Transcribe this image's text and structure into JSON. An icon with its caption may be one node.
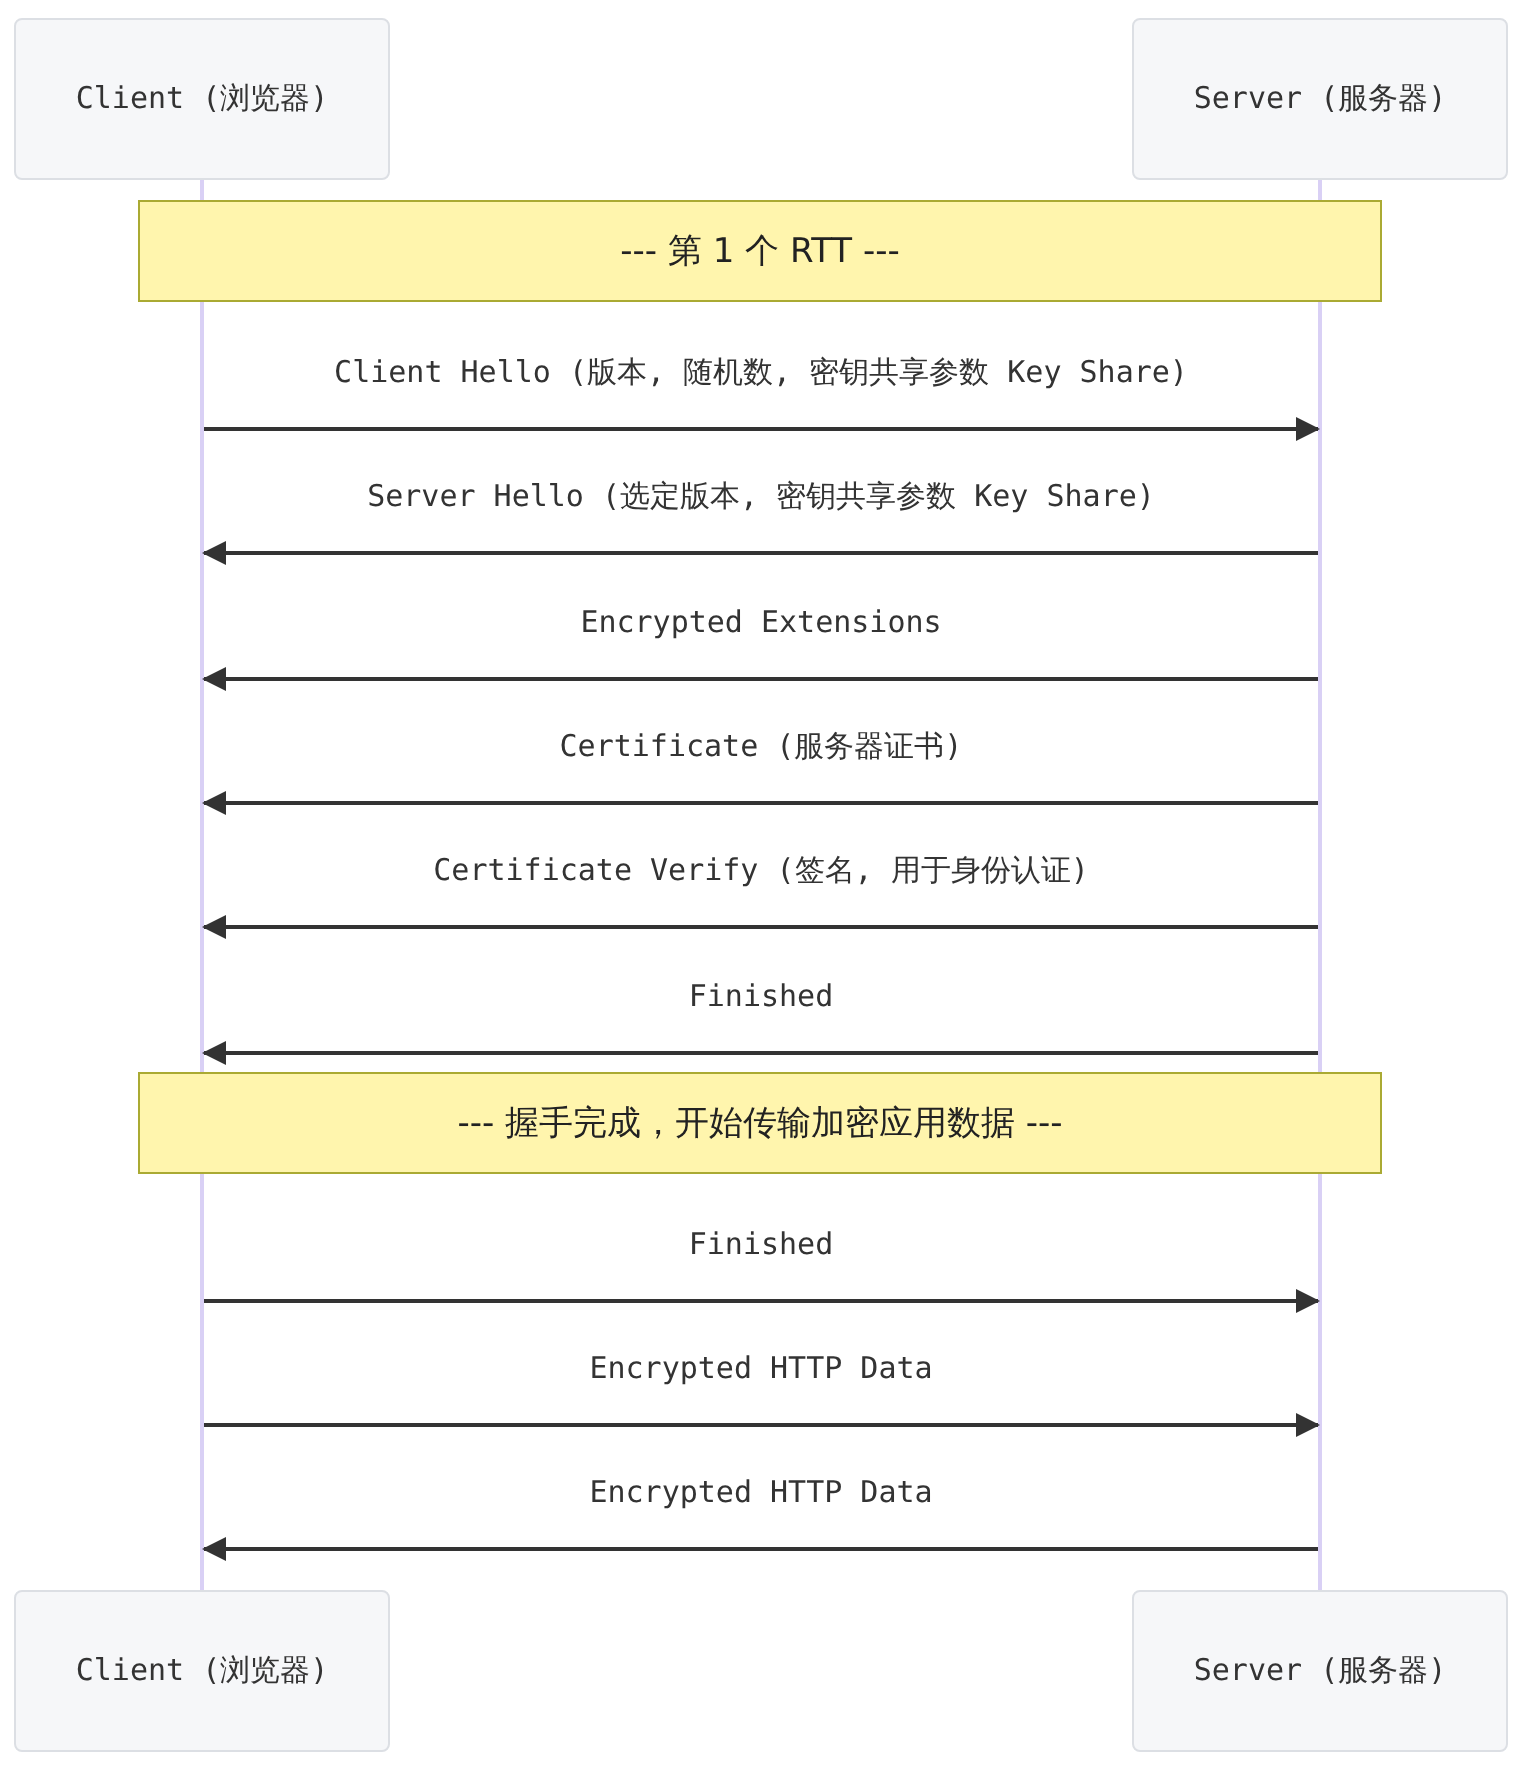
{
  "diagram": {
    "nodes": [
      {
        "text": [
          "Client (浏览器)"
        ]
      },
      {
        "text": [
          "Server (服务器)"
        ]
      },
      {
        "text": [
          "--- 第 1 个 RTT ---"
        ]
      },
      {
        "text": [
          "--- 握手完成，开始传输加密应用数据 ---"
        ]
      },
      {
        "text": [
          "Client (浏览器)"
        ]
      },
      {
        "text": [
          "Server (服务器)"
        ]
      },
      {
        "text": [],
        "shape": "bar"
      },
      {
        "text": [],
        "shape": "bar"
      }
    ],
    "edges": [
      {
        "from": 6,
        "to": 7,
        "arrow": "to",
        "label": "Client Hello (版本, 随机数, 密钥共享参数 Key Share)"
      },
      {
        "from": 7,
        "to": 6,
        "arrow": "to",
        "label": "Server Hello (选定版本, 密钥共享参数 Key Share)"
      },
      {
        "from": 7,
        "to": 6,
        "arrow": "to",
        "label": "Encrypted Extensions"
      },
      {
        "from": 7,
        "to": 6,
        "arrow": "to",
        "label": "Certificate (服务器证书)"
      },
      {
        "from": 7,
        "to": 6,
        "arrow": "to",
        "label": "Certificate Verify (签名, 用于身份认证)"
      },
      {
        "from": 7,
        "to": 6,
        "arrow": "to",
        "label": "Finished"
      },
      {
        "from": 6,
        "to": 7,
        "arrow": "to",
        "label": "Finished"
      },
      {
        "from": 6,
        "to": 7,
        "arrow": "to",
        "label": "Encrypted HTTP Data"
      },
      {
        "from": 7,
        "to": 6,
        "arrow": "to",
        "label": "Encrypted HTTP Data"
      }
    ]
  }
}
